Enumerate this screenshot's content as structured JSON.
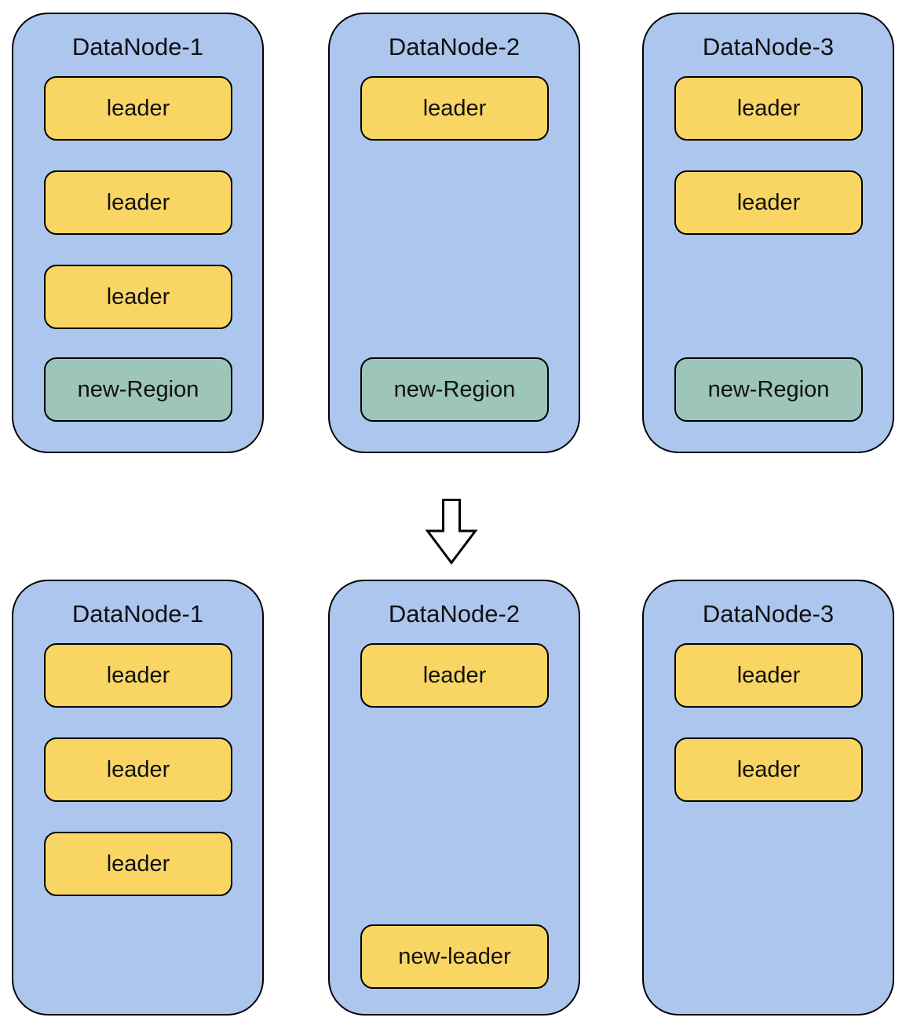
{
  "diagram": {
    "colors": {
      "background": "#ffffff",
      "node_fill": "#acc6ee",
      "node_border": "#000000",
      "leader_fill": "#f9d564",
      "region_fill": "#9dc5ba",
      "box_border": "#000000",
      "arrow_fill": "#ffffff",
      "arrow_border": "#000000",
      "text": "#111111"
    },
    "before": {
      "nodes": [
        {
          "title": "DataNode-1",
          "boxes": [
            {
              "label": "leader",
              "type": "leader"
            },
            {
              "label": "leader",
              "type": "leader"
            },
            {
              "label": "leader",
              "type": "leader"
            },
            {
              "label": "new-Region",
              "type": "region"
            }
          ]
        },
        {
          "title": "DataNode-2",
          "boxes": [
            {
              "label": "leader",
              "type": "leader"
            },
            {
              "label": "new-Region",
              "type": "region"
            }
          ]
        },
        {
          "title": "DataNode-3",
          "boxes": [
            {
              "label": "leader",
              "type": "leader"
            },
            {
              "label": "leader",
              "type": "leader"
            },
            {
              "label": "new-Region",
              "type": "region"
            }
          ]
        }
      ]
    },
    "arrow": {
      "direction": "down",
      "label": ""
    },
    "after": {
      "nodes": [
        {
          "title": "DataNode-1",
          "boxes": [
            {
              "label": "leader",
              "type": "leader"
            },
            {
              "label": "leader",
              "type": "leader"
            },
            {
              "label": "leader",
              "type": "leader"
            }
          ]
        },
        {
          "title": "DataNode-2",
          "boxes": [
            {
              "label": "leader",
              "type": "leader"
            },
            {
              "label": "new-leader",
              "type": "leader"
            }
          ]
        },
        {
          "title": "DataNode-3",
          "boxes": [
            {
              "label": "leader",
              "type": "leader"
            },
            {
              "label": "leader",
              "type": "leader"
            }
          ]
        }
      ]
    }
  }
}
